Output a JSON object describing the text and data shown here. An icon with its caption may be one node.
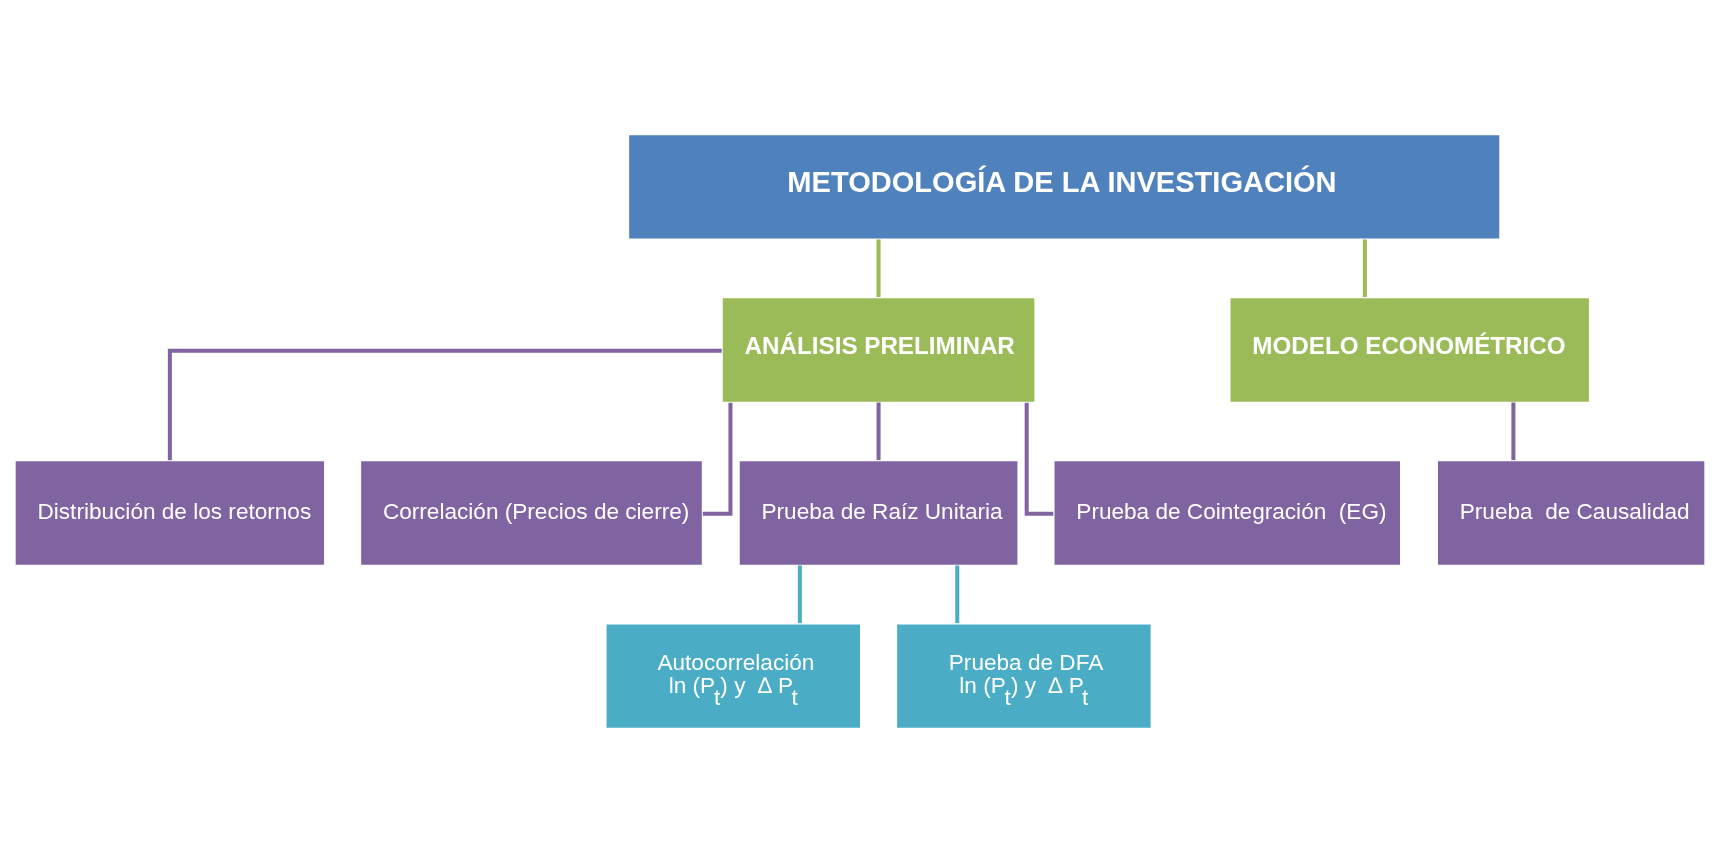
{
  "diagram": {
    "nodes": [
      {
        "text": [
          "METODOLOGÍA DE LA INVESTIGACIÓN"
        ]
      },
      {
        "text": [
          "ANÁLISIS PRELIMINAR"
        ]
      },
      {
        "text": [
          "MODELO ECONOMÉTRICO"
        ]
      },
      {
        "text": [
          "Distribución de los retornos"
        ]
      },
      {
        "text": [
          "Correlación (Precios de cierre)"
        ]
      },
      {
        "text": [
          "Prueba de Raíz Unitaria"
        ]
      },
      {
        "text": [
          "Prueba de Cointegración  (EG)"
        ]
      },
      {
        "text": [
          "Prueba  de Causalidad"
        ]
      },
      {
        "text": [
          "Autocorrelación",
          "ln (P$_{t}$) y  ∆ P$_{t}$"
        ]
      },
      {
        "text": [
          "Prueba de DFA",
          "ln (P$_{t}$) y  ∆ P$_{t}$"
        ]
      }
    ],
    "edges": [
      {
        "from": 0,
        "to": 1,
        "arrow": "none",
        "color": "#9bbb59"
      },
      {
        "from": 0,
        "to": 2,
        "arrow": "none",
        "color": "#9bbb59"
      },
      {
        "from": 1,
        "to": 3,
        "arrow": "none",
        "color": "#8064a2"
      },
      {
        "from": 1,
        "to": 4,
        "arrow": "none",
        "color": "#8064a2"
      },
      {
        "from": 1,
        "to": 5,
        "arrow": "none",
        "color": "#8064a2"
      },
      {
        "from": 1,
        "to": 6,
        "arrow": "none",
        "color": "#8064a2"
      },
      {
        "from": 2,
        "to": 7,
        "arrow": "none",
        "color": "#8064a2"
      },
      {
        "from": 5,
        "to": 8,
        "arrow": "none",
        "color": "#4bacc6"
      },
      {
        "from": 5,
        "to": 9,
        "arrow": "none",
        "color": "#4bacc6"
      }
    ]
  }
}
